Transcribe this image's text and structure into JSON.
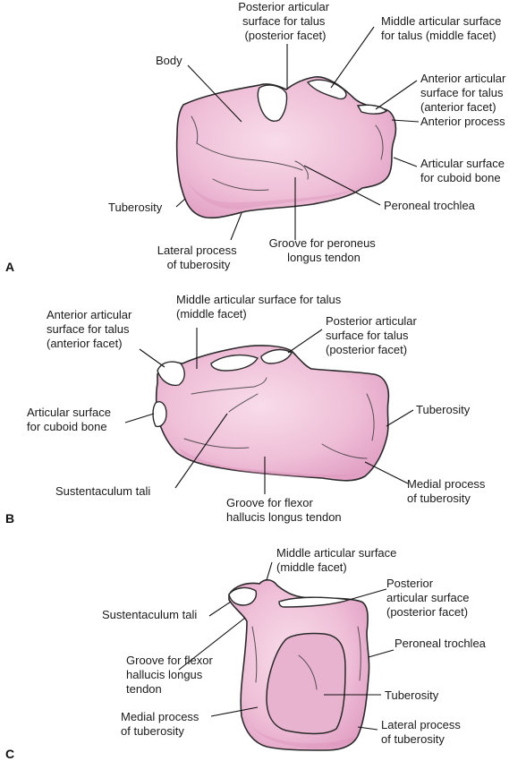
{
  "panels": [
    {
      "id": "A",
      "letter": "A",
      "labels": {
        "posterior_articular": [
          "Posterior articular",
          "surface for talus",
          "(posterior facet)"
        ],
        "middle_articular": [
          "Middle articular surface",
          "for talus (middle facet)"
        ],
        "body": [
          "Body"
        ],
        "anterior_articular": [
          "Anterior articular",
          "surface for talus",
          "(anterior facet)"
        ],
        "anterior_process": [
          "Anterior process"
        ],
        "articular_cuboid": [
          "Articular surface",
          "for cuboid bone"
        ],
        "tuberosity": [
          "Tuberosity"
        ],
        "peroneal_trochlea": [
          "Peroneal trochlea"
        ],
        "lateral_process": [
          "Lateral process",
          "of tuberosity"
        ],
        "groove_peroneus": [
          "Groove for peroneus",
          "longus tendon"
        ]
      }
    },
    {
      "id": "B",
      "letter": "B",
      "labels": {
        "middle_articular": [
          "Middle articular surface for talus",
          "(middle facet)"
        ],
        "anterior_articular": [
          "Anterior articular",
          "surface for talus",
          "(anterior facet)"
        ],
        "posterior_articular": [
          "Posterior articular",
          "surface for talus",
          "(posterior facet)"
        ],
        "articular_cuboid": [
          "Articular surface",
          "for cuboid bone"
        ],
        "tuberosity": [
          "Tuberosity"
        ],
        "medial_process": [
          "Medial process",
          "of tuberosity"
        ],
        "sustentaculum": [
          "Sustentaculum tali"
        ],
        "groove_flexor": [
          "Groove for flexor",
          "hallucis longus tendon"
        ]
      }
    },
    {
      "id": "C",
      "letter": "C",
      "labels": {
        "middle_articular": [
          "Middle articular surface",
          "(middle facet)"
        ],
        "posterior_articular": [
          "Posterior",
          "articular surface",
          "(posterior facet)"
        ],
        "sustentaculum": [
          "Sustentaculum tali"
        ],
        "peroneal_trochlea": [
          "Peroneal trochlea"
        ],
        "groove_flexor": [
          "Groove for flexor",
          "hallucis longus",
          "tendon"
        ],
        "tuberosity": [
          "Tuberosity"
        ],
        "medial_process": [
          "Medial process",
          "of tuberosity"
        ],
        "lateral_process": [
          "Lateral process",
          "of tuberosity"
        ]
      }
    }
  ],
  "colors": {
    "bone_light": "#f6d6e6",
    "bone_mid": "#eab3cf",
    "bone_dark": "#d98cb4",
    "outline": "#2a2a2a",
    "text": "#1a1a1a"
  }
}
